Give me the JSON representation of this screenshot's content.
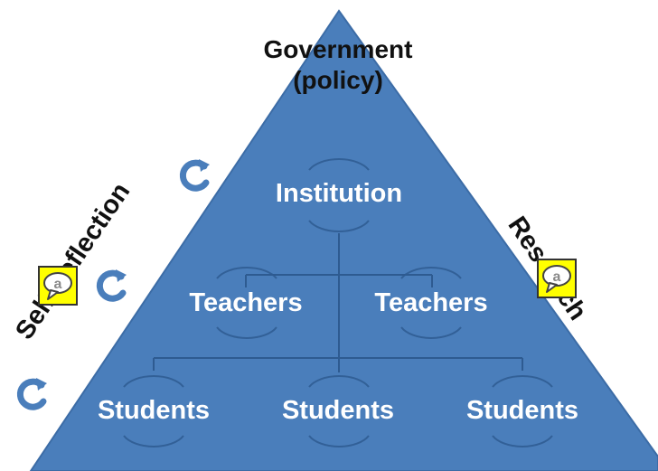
{
  "apex": {
    "line1": "Government",
    "line2": "(policy)"
  },
  "nodes": {
    "institution": "Institution",
    "teachers_left": "Teachers",
    "teachers_right": "Teachers",
    "students_left": "Students",
    "students_center": "Students",
    "students_right": "Students"
  },
  "sides": {
    "left": "Self Reflection",
    "right": "Research"
  },
  "icons": {
    "cycle": "cycle-arrow-icon",
    "comment": "comment-balloon-icon"
  },
  "colors": {
    "triangle": "#4a7ebb",
    "lines": "#2e5b91",
    "cycle_arrow": "#4a7ebb",
    "comment_bg": "#ffff00"
  }
}
